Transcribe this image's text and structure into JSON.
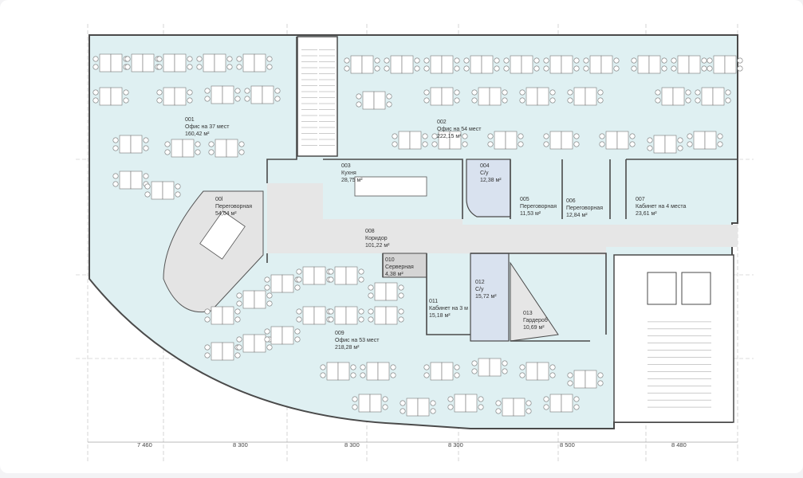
{
  "rooms": [
    {
      "id": "room-001",
      "num": "001",
      "name": "Офис на 37 мест",
      "area": "160,42 м²"
    },
    {
      "id": "room-002",
      "num": "002",
      "name": "Офис на 54 мест",
      "area": "222,15 м²"
    },
    {
      "id": "room-003",
      "num": "003",
      "name": "Кухня",
      "area": "28,75 м²"
    },
    {
      "id": "room-004",
      "num": "004",
      "name": "С/у",
      "area": "12,38 м²"
    },
    {
      "id": "room-005",
      "num": "005",
      "name": "Переговорная",
      "area": "11,53 м²"
    },
    {
      "id": "room-006",
      "num": "006",
      "name": "Переговорная",
      "area": "12,84 м²"
    },
    {
      "id": "room-007",
      "num": "007",
      "name": "Кабинет на 4 места",
      "area": "23,61 м²"
    },
    {
      "id": "room-008",
      "num": "008",
      "name": "Коридор",
      "area": "101,22 м²"
    },
    {
      "id": "room-009",
      "num": "009",
      "name": "Офис на 53 мест",
      "area": "218,28 м²"
    },
    {
      "id": "room-010",
      "num": "010",
      "name": "Серверная",
      "area": "4,38 м²"
    },
    {
      "id": "room-011",
      "num": "011",
      "name": "Кабинет на 3 м",
      "area": "15,18 м²"
    },
    {
      "id": "room-012",
      "num": "012",
      "name": "С/у",
      "area": "15,72 м²"
    },
    {
      "id": "room-013",
      "num": "013",
      "name": "Гардероб",
      "area": "10,69 м²"
    },
    {
      "id": "room-00x",
      "num": "00l",
      "name": "Переговорная",
      "area": "54,04 м²"
    }
  ],
  "dimensions": [
    "7 460",
    "8 300",
    "8 300",
    "8 300",
    "8 500",
    "8 480"
  ],
  "colors": {
    "room_fill": "#dff0f2",
    "toilet_fill": "#d9e2ef",
    "server_fill": "#d5d5d5",
    "wall": "#4a4a4a",
    "furniture": "#ffffff"
  }
}
